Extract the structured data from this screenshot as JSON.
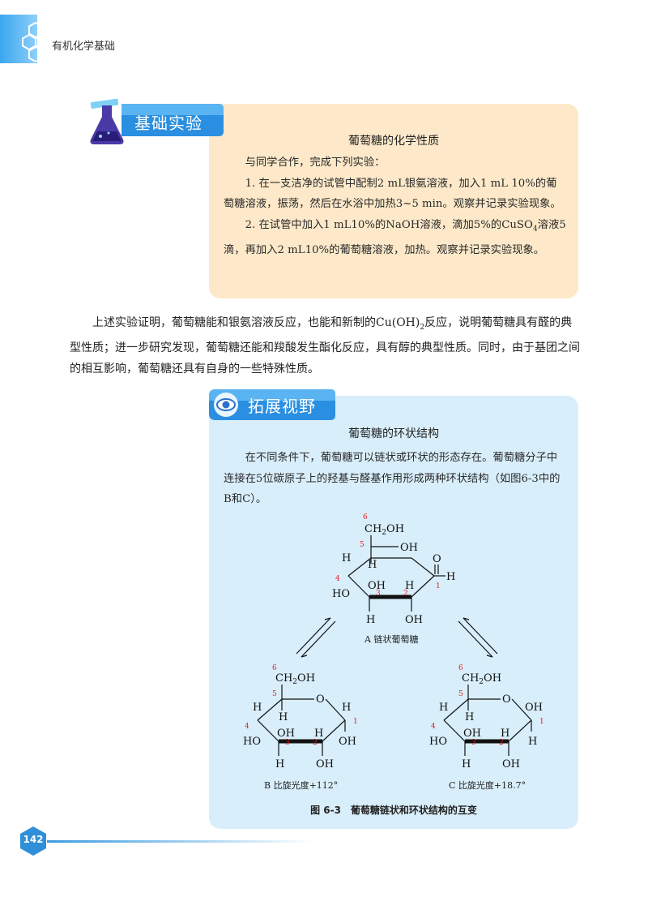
{
  "header": {
    "title": "有机化学基础"
  },
  "experiment": {
    "tab_label": "基础实验",
    "title": "葡萄糖的化学性质",
    "intro": "与同学合作，完成下列实验：",
    "step1": "1. 在一支洁净的试管中配制2 mL银氨溶液，加入1 mL 10%的葡萄糖溶液，振荡，然后在水浴中加热3~5 min。观察并记录实验现象。",
    "step2_a": "2. 在试管中加入1 mL10%的NaOH溶液，滴加5%的CuSO",
    "step2_sub": "4",
    "step2_b": "溶液5滴，再加入2 mL10%的葡萄糖溶液，加热。观察并记录实验现象。"
  },
  "body": {
    "p1_a": "上述实验证明，葡萄糖能和银氨溶液反应，也能和新制的Cu(OH)",
    "p1_sub": "2",
    "p1_b": "反应，说明葡萄糖具有醛的典型性质；进一步研究发现，葡萄糖还能和羧酸发生酯化反应，具有醇的典型性质。同时，由于基团之间的相互影响，葡萄糖还具有自身的一些特殊性质。"
  },
  "extension": {
    "tab_label": "拓展视野",
    "title": "葡萄糖的环状结构",
    "text": "在不同条件下，葡萄糖可以链状或环状的形态存在。葡萄糖分子中连接在5位碳原子上的羟基与醛基作用形成两种环状结构（如图6-3中的B和C）。"
  },
  "figure": {
    "caption": "图 6-3　葡萄糖链状和环状结构的互变",
    "label_a": "A 链状葡萄糖",
    "label_b": "B 比旋光度+112°",
    "label_c": "C 比旋光度+18.7°",
    "atoms": {
      "ch2": "CH",
      "sub2": "2",
      "oh": "OH",
      "h": "H",
      "ho": "HO",
      "o": "O"
    },
    "numbers": [
      "1",
      "2",
      "3",
      "4",
      "5",
      "6"
    ]
  },
  "footer": {
    "page_number": "142"
  },
  "colors": {
    "experiment_bg": "#fde9c9",
    "extension_bg": "#d8eefb",
    "accent": "#3b9be0",
    "atom_number": "#e02020"
  }
}
